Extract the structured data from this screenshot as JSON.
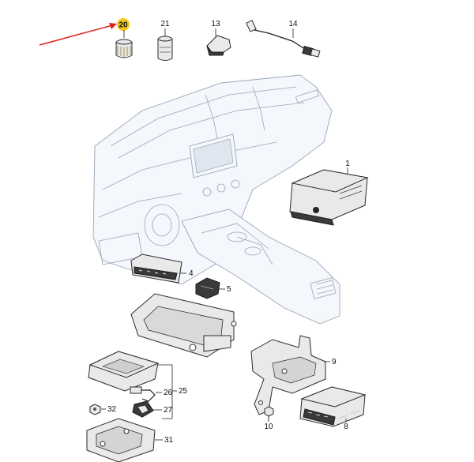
{
  "callouts": {
    "c1": "1",
    "c4": "4",
    "c5": "5",
    "c8": "8",
    "c9": "9",
    "c10": "10",
    "c13": "13",
    "c14": "14",
    "c20": "20",
    "c21": "21",
    "c25": "25",
    "c26": "26",
    "c27": "27",
    "c31": "31",
    "c32": "32"
  },
  "colors": {
    "highlight": "#f5c518",
    "arrow": "#e0201b",
    "ink": "#2b2b2b",
    "dashboard_outline": "#9aa7b8"
  }
}
